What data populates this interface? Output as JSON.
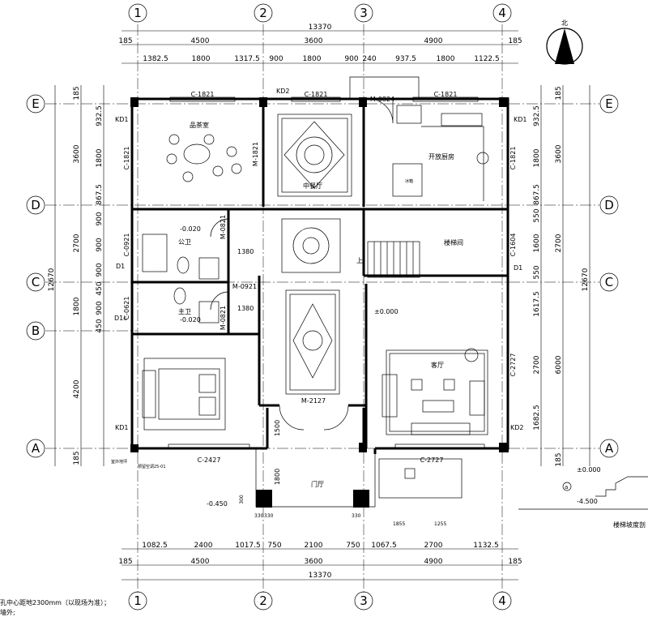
{
  "axes": {
    "cols": [
      "1",
      "2",
      "3",
      "4"
    ],
    "rows": [
      "E",
      "D",
      "C",
      "B",
      "A"
    ]
  },
  "dims": {
    "top_total": "13370",
    "top_edge_l": "185",
    "top_edge_r": "185",
    "top_main": [
      "4500",
      "3600",
      "4900"
    ],
    "top_detail": [
      "1382.5",
      "1800",
      "1317.5",
      "900",
      "1800",
      "900",
      "240",
      "937.5",
      "1800",
      "1122.5"
    ],
    "bot_total": "13370",
    "bot_edge_l": "185",
    "bot_edge_r": "185",
    "bot_main": [
      "4500",
      "3600",
      "4900"
    ],
    "bot_detail": [
      "1082.5",
      "2400",
      "1017.5",
      "750",
      "2100",
      "750",
      "1067.5",
      "2700",
      "1132.5"
    ],
    "left_total": "12670",
    "left_main": [
      "185",
      "3600",
      "2700",
      "1800",
      "4200",
      "185"
    ],
    "left_detail": [
      "932.5",
      "1800",
      "867.5",
      "900",
      "900",
      "900",
      "450",
      "900",
      "450"
    ],
    "right_total": "12670",
    "right_main": [
      "185",
      "3600",
      "2700",
      "6000",
      "185"
    ],
    "right_detail": [
      "932.5",
      "1800",
      "867.5",
      "550",
      "1600",
      "550",
      "1617.5",
      "2700",
      "1682.5"
    ]
  },
  "rooms": {
    "tea_room": "品茶室",
    "dining": "中餐厅",
    "kitchen": "开放厨房",
    "stair": "楼梯间",
    "public_wc": "公卫",
    "master_wc": "主卫",
    "living": "客厅",
    "foyer": "门厅",
    "fridge": "冰箱"
  },
  "windows": {
    "c1821_a": "C-1821",
    "c1821_b": "C-1821",
    "c1821_c": "C-1821",
    "c1821_l": "C-1821",
    "c1821_r": "C-1821",
    "c0921": "C-0921",
    "c0621": "C-0621",
    "c1604": "C-1604",
    "c2727_r": "C-2727",
    "c2427": "C-2427",
    "c2727_b": "C-2727"
  },
  "doors": {
    "m0824": "M-0824",
    "m1821": "M-1821",
    "m0821_a": "M-0821",
    "m0921": "M-0921",
    "m0821_b": "M-0821",
    "m2127": "M-2127"
  },
  "marks": {
    "kd1_l": "KD1",
    "kd1_r": "KD1",
    "kd2_t": "KD2",
    "kd1_bl": "KD1",
    "kd2_br": "KD2",
    "d1_a": "D1",
    "d1_b": "D1c",
    "d1_r": "D1",
    "elev_0": "±0.000",
    "elev_pub": "-0.020",
    "elev_master": "-0.020",
    "elev_out": "-0.450",
    "up": "上",
    "w1380_a": "1380",
    "w1380_b": "1380",
    "w1500": "1500",
    "w1800": "1800",
    "p300": "300",
    "p330a": "330",
    "p330b": "330",
    "p330c": "330",
    "w1855": "1855",
    "w1255": "1255"
  },
  "north": "北",
  "legend": {
    "circle": "a",
    "elev_top": "±0.000",
    "elev_bot": "-4.500",
    "ramp_label": "楼梯坡度剖"
  },
  "notes": {
    "line1": "孔中心距地2300mm（以现场为准）；",
    "line2": "墙外;",
    "tag_small": "室外地坪",
    "tag_small2": "预留空调25-01"
  }
}
